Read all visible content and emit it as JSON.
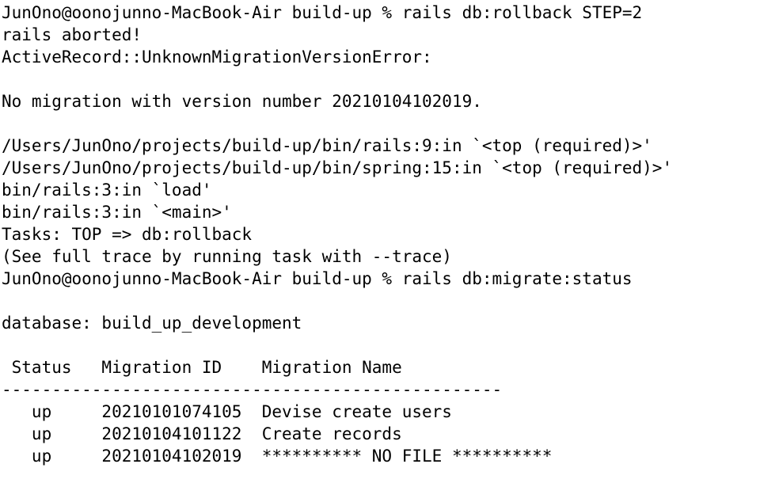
{
  "terminal": {
    "lines": [
      "JunOno@oonojunno-MacBook-Air build-up % rails db:rollback STEP=2",
      "rails aborted!",
      "ActiveRecord::UnknownMigrationVersionError:",
      "",
      "No migration with version number 20210104102019.",
      "",
      "/Users/JunOno/projects/build-up/bin/rails:9:in `<top (required)>'",
      "/Users/JunOno/projects/build-up/bin/spring:15:in `<top (required)>'",
      "bin/rails:3:in `load'",
      "bin/rails:3:in `<main>'",
      "Tasks: TOP => db:rollback",
      "(See full trace by running task with --trace)",
      "JunOno@oonojunno-MacBook-Air build-up % rails db:migrate:status",
      "",
      "database: build_up_development",
      "",
      " Status   Migration ID    Migration Name",
      "--------------------------------------------------",
      "   up     20210101074105  Devise create users",
      "   up     20210104101122  Create records",
      "   up     20210104102019  ********** NO FILE **********"
    ]
  }
}
